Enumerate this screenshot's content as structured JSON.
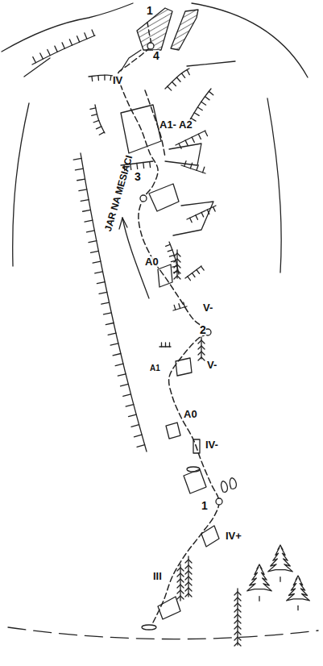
{
  "diagram": {
    "labels": [
      "1",
      "4",
      "IV",
      "A1- A2",
      "3",
      "JAR NA MESIACI",
      "A0",
      "V-",
      "2",
      "V-",
      "A1",
      "A0",
      "IV-",
      "1",
      "IV+",
      "III"
    ]
  }
}
